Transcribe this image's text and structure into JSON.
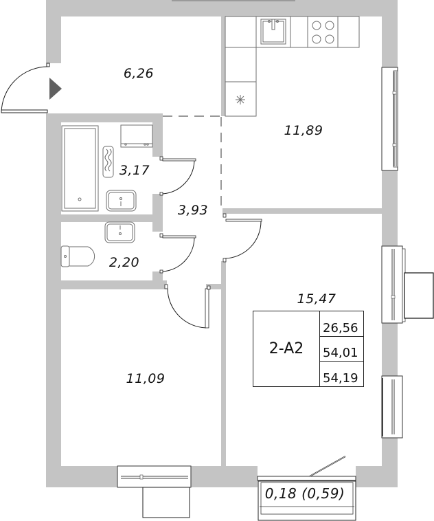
{
  "plan": {
    "unit_code": "2-A2",
    "totals": {
      "living_area": "26,56",
      "total_area": "54,01",
      "total_area_with_balcony": "54,19"
    },
    "rooms": [
      {
        "id": "hallway",
        "area": "6,26"
      },
      {
        "id": "kitchen",
        "area": "11,89"
      },
      {
        "id": "bathroom",
        "area": "3,17"
      },
      {
        "id": "corridor",
        "area": "3,93"
      },
      {
        "id": "toilet",
        "area": "2,20"
      },
      {
        "id": "living-room",
        "area": "15,47"
      },
      {
        "id": "bedroom",
        "area": "11,09"
      },
      {
        "id": "balcony",
        "area": "0,18 (0,59)"
      }
    ],
    "colors": {
      "wall": "#c4c4c4",
      "fixture_stroke": "#6e6e6e",
      "line": "#1a1a1a",
      "entry_arrow": "#606060"
    },
    "icons": [
      "entry-arrow-icon",
      "sink-icon",
      "stove-icon",
      "fan-icon",
      "bathtub-icon",
      "washbasin-icon",
      "toilet-icon",
      "towel-rail-icon",
      "washing-machine-icon"
    ]
  }
}
